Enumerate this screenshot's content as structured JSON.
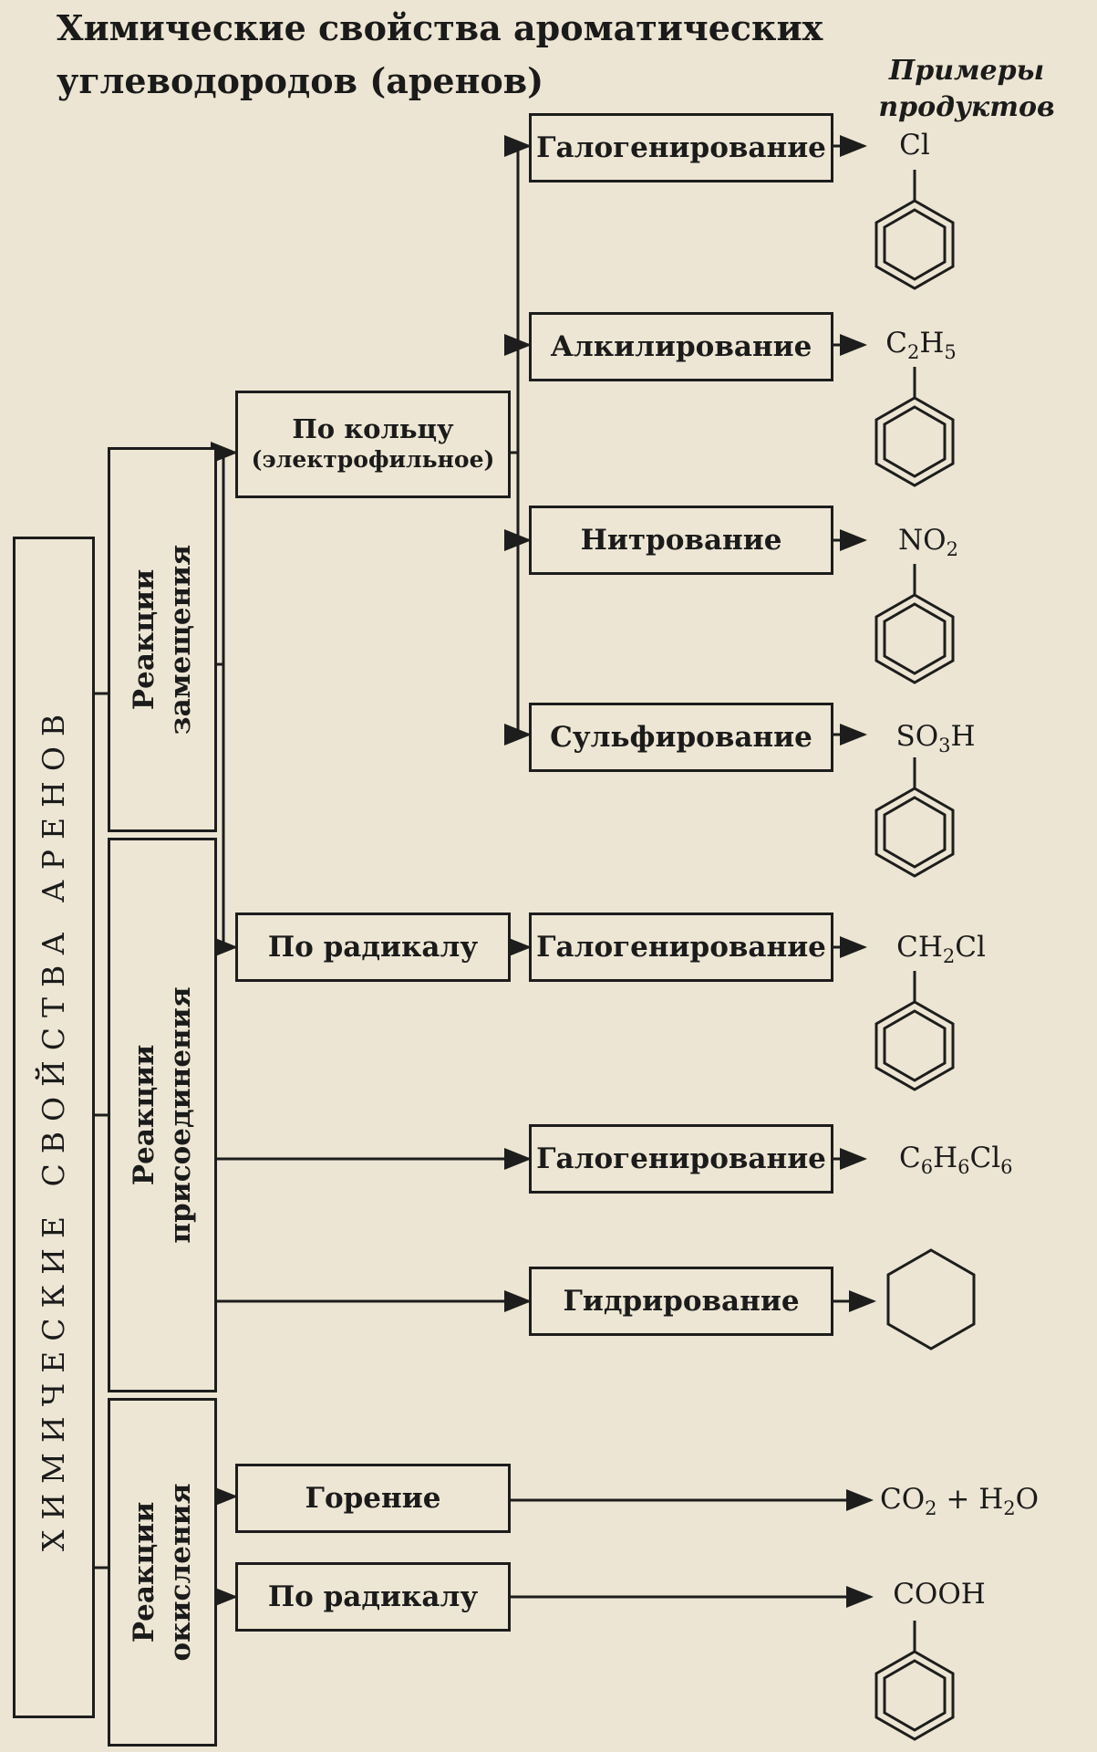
{
  "title": {
    "line1": "Химические свойства ароматических",
    "line2": "углеводородов (аренов)"
  },
  "examples_header": {
    "line1": "Примеры",
    "line2": "продуктов"
  },
  "main_label": "ХИМИЧЕСКИЕ СВОЙСТВА АРЕНОВ",
  "groups": {
    "substitution": {
      "line1": "Реакции",
      "line2": "замещения"
    },
    "addition": {
      "line1": "Реакции",
      "line2": "присоединения"
    },
    "oxidation": {
      "line1": "Реакции",
      "line2": "окисления"
    }
  },
  "mechanisms": {
    "ring_line1": "По кольцу",
    "ring_line2": "(электрофильное)",
    "radical_sub": "По радикалу",
    "combustion": "Горение",
    "radical_ox": "По радикалу"
  },
  "reactions": {
    "halogenation_1": "Галогенирование",
    "alkylation": "Алкилирование",
    "nitration": "Нитрование",
    "sulfonation": "Сульфирование",
    "halogenation_2": "Галогенирование",
    "halogenation_3": "Галогенирование",
    "hydrogenation": "Гидрирование"
  },
  "products": {
    "cl": "Cl",
    "ethyl": {
      "a": "C",
      "b": "2",
      "c": "H",
      "d": "5"
    },
    "nitro": {
      "a": "NO",
      "b": "2"
    },
    "sulfo": {
      "a": "SO",
      "b": "3",
      "c": "H"
    },
    "benzyl_chloride": {
      "a": "CH",
      "b": "2",
      "c": "Cl"
    },
    "hexachloro": {
      "a": "C",
      "b": "6",
      "c": "H",
      "d": "6",
      "e": "Cl",
      "f": "6"
    },
    "combustion": {
      "a": "CO",
      "b": "2",
      "c": " + H",
      "d": "2",
      "e": "O"
    },
    "cooh": "COOH"
  },
  "icons": [
    "benzene-ring-icon",
    "cyclohexane-icon",
    "arrow-icon"
  ]
}
